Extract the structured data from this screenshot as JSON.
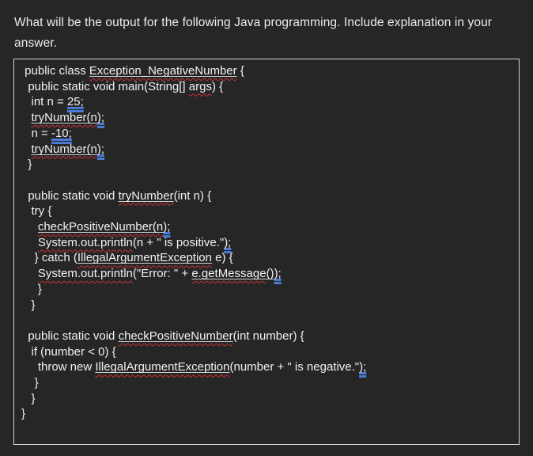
{
  "question": {
    "text": "What will be the output for the following Java programming. Include explanation in your answer."
  },
  "colors": {
    "background": "#262626",
    "text": "#f1f1f1",
    "spell_wavy_red": "#c83232",
    "grammar_double_blue": "#4a7ad4",
    "format_underline": "#cfcfcf",
    "code_box_border": "#d4d4d4"
  },
  "legend_of_marks": {
    "p": "plain text",
    "s": "red wavy spellcheck underline",
    "u": "solid white formatting underline",
    "us": "solid underline + red wavy",
    "g": "blue double grammar underline"
  },
  "code_block": {
    "lines": [
      [
        {
          "t": " public class ",
          "m": "p"
        },
        {
          "t": "Exception_NegativeNumber",
          "m": "us"
        },
        {
          "t": " {",
          "m": "p"
        }
      ],
      [
        {
          "t": "  public static void main(String[] ",
          "m": "p"
        },
        {
          "t": "args",
          "m": "s"
        },
        {
          "t": ") {",
          "m": "p"
        }
      ],
      [
        {
          "t": "   int n = ",
          "m": "p"
        },
        {
          "t": "25;",
          "m": "g"
        }
      ],
      [
        {
          "t": "   ",
          "m": "p"
        },
        {
          "t": "tryNumber(n",
          "m": "us"
        },
        {
          "t": ");",
          "m": "g"
        }
      ],
      [
        {
          "t": "   n = ",
          "m": "p"
        },
        {
          "t": "-10;",
          "m": "g"
        }
      ],
      [
        {
          "t": "   ",
          "m": "p"
        },
        {
          "t": "tryNumber(n",
          "m": "us"
        },
        {
          "t": ");",
          "m": "g"
        }
      ],
      [
        {
          "t": "  }",
          "m": "p"
        }
      ],
      [],
      [
        {
          "t": "  public static void ",
          "m": "p"
        },
        {
          "t": "tryNumber",
          "m": "us"
        },
        {
          "t": "(int n) {",
          "m": "p"
        }
      ],
      [
        {
          "t": "   try {",
          "m": "p"
        }
      ],
      [
        {
          "t": "     ",
          "m": "p"
        },
        {
          "t": "checkPositiveNumber(n",
          "m": "us"
        },
        {
          "t": ");",
          "m": "g"
        }
      ],
      [
        {
          "t": "     ",
          "m": "p"
        },
        {
          "t": "System.out.println",
          "m": "s"
        },
        {
          "t": "(n + \" is positive.\"",
          "m": "p"
        },
        {
          "t": ");",
          "m": "g"
        }
      ],
      [
        {
          "t": "    } catch (",
          "m": "p"
        },
        {
          "t": "IllegalArgumentException",
          "m": "us"
        },
        {
          "t": " e) {",
          "m": "p"
        }
      ],
      [
        {
          "t": "     ",
          "m": "p"
        },
        {
          "t": "System.out.println",
          "m": "s"
        },
        {
          "t": "(\"Error: \" + ",
          "m": "p"
        },
        {
          "t": "e.getMessage",
          "m": "us"
        },
        {
          "t": "()",
          "m": "u"
        },
        {
          "t": ");",
          "m": "g"
        }
      ],
      [
        {
          "t": "     }",
          "m": "p"
        }
      ],
      [
        {
          "t": "   }",
          "m": "p"
        }
      ],
      [],
      [
        {
          "t": "  public static void ",
          "m": "p"
        },
        {
          "t": "checkPositiveNumber",
          "m": "us"
        },
        {
          "t": "(int number) {",
          "m": "p"
        }
      ],
      [
        {
          "t": "   if (number < 0) {",
          "m": "p"
        }
      ],
      [
        {
          "t": "     throw new ",
          "m": "p"
        },
        {
          "t": "IllegalArgumentException",
          "m": "us"
        },
        {
          "t": "(number + \" is negative.\"",
          "m": "p"
        },
        {
          "t": ");",
          "m": "g"
        }
      ],
      [
        {
          "t": "    }",
          "m": "p"
        }
      ],
      [
        {
          "t": "   }",
          "m": "p"
        }
      ],
      [
        {
          "t": "}",
          "m": "p"
        }
      ]
    ]
  }
}
